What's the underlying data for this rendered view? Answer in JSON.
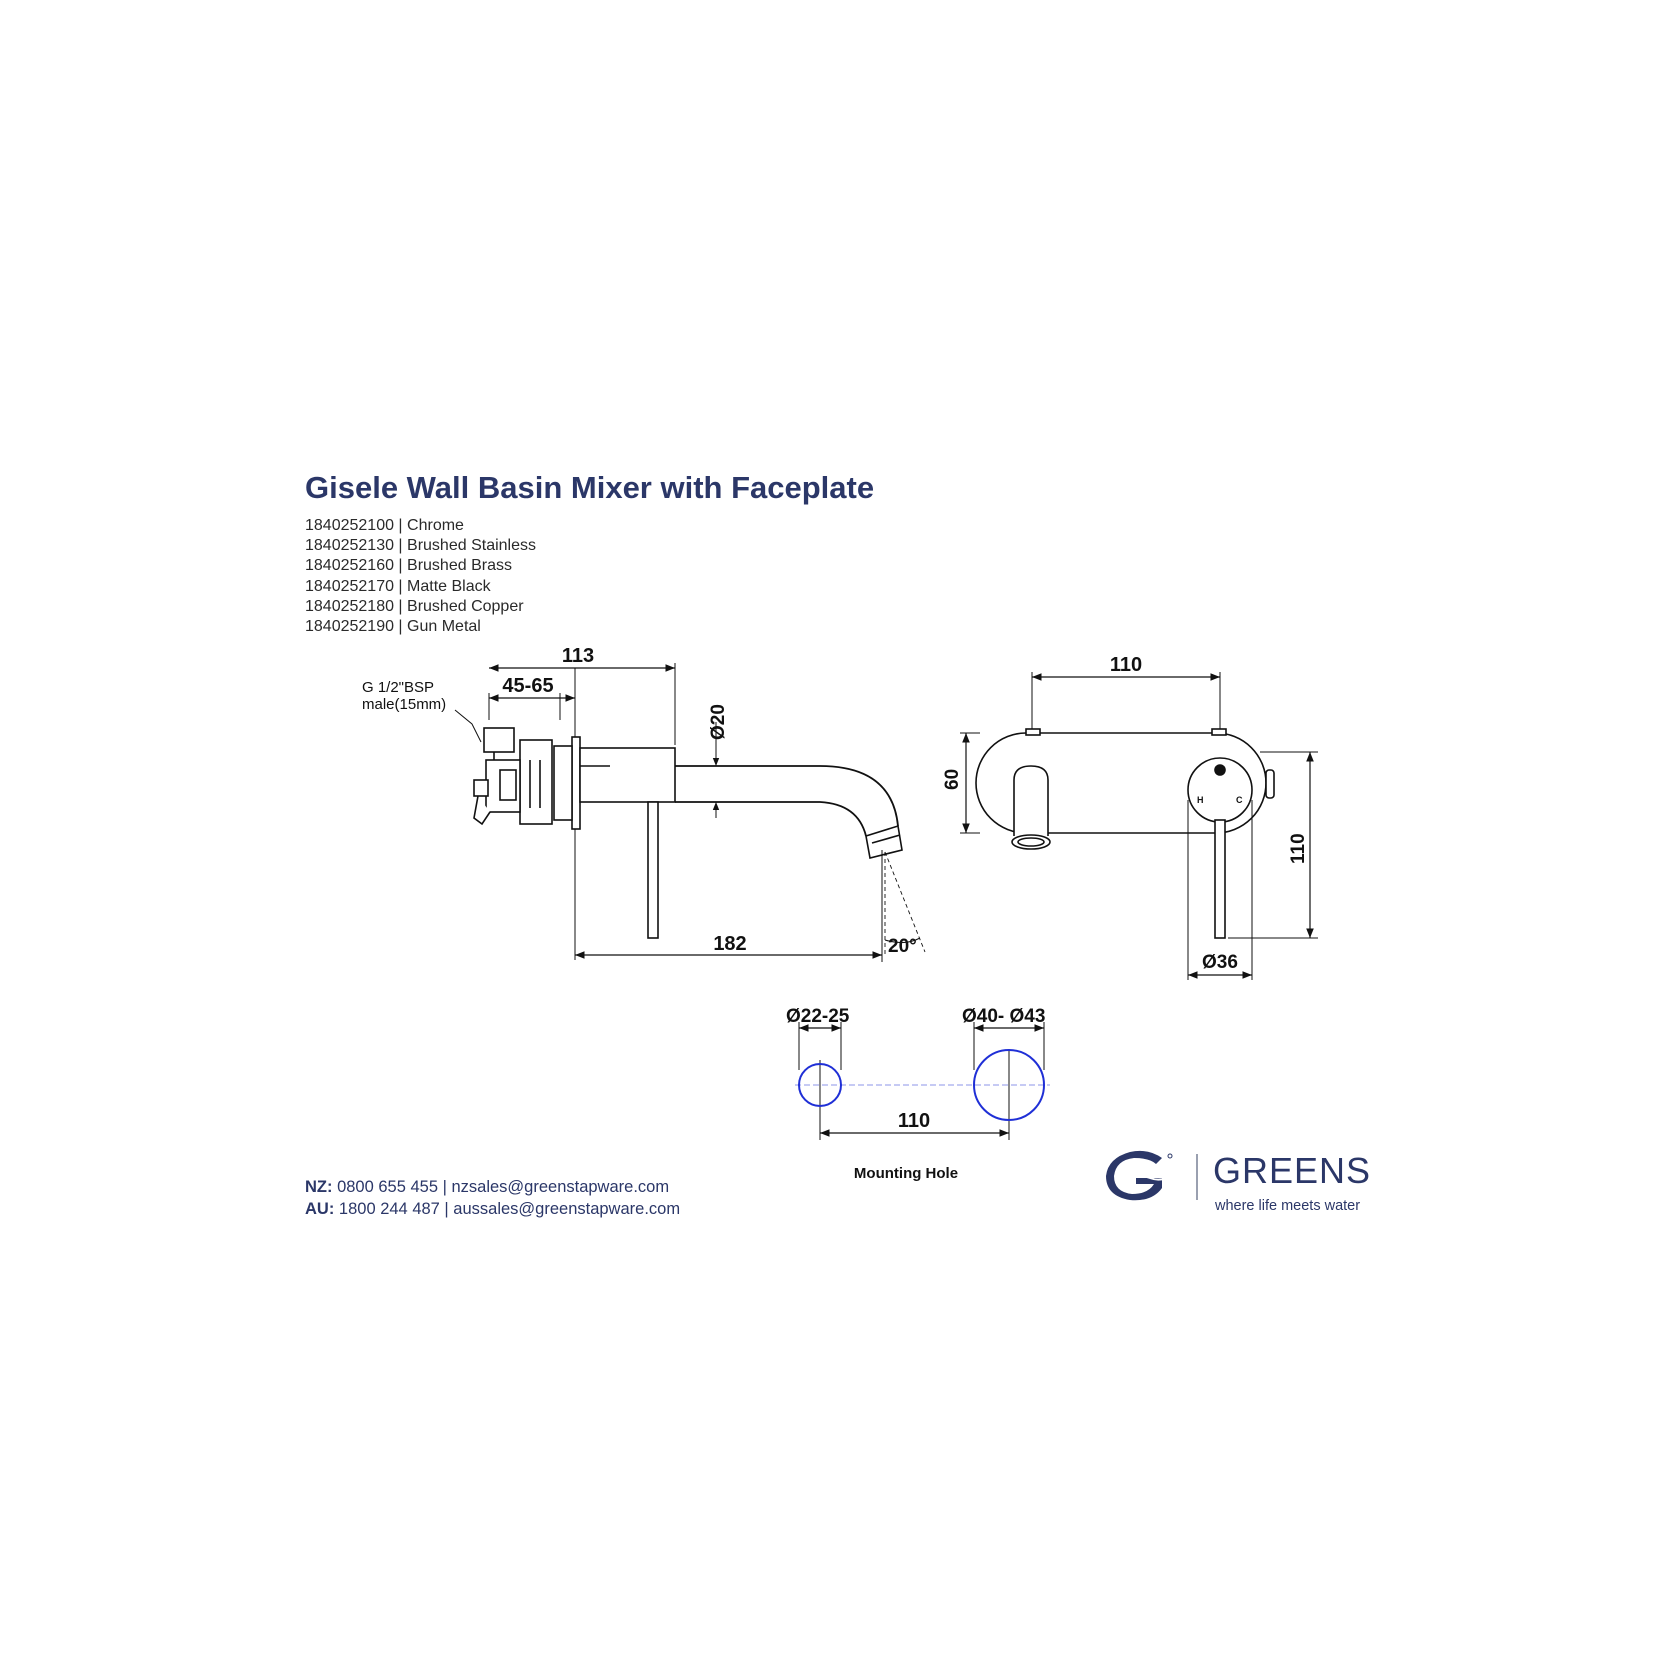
{
  "title": "Gisele Wall Basin Mixer with Faceplate",
  "variants": [
    "1840252100 | Chrome",
    "1840252130 | Brushed Stainless",
    "1840252160 | Brushed Brass",
    "1840252170 | Matte Black",
    "1840252180 | Brushed Copper",
    "1840252190 | Gun Metal"
  ],
  "side_view": {
    "dim_overall_depth": "113",
    "dim_adjust_range": "45-65",
    "dim_spout_dia": "Ø20",
    "dim_spout_reach": "182",
    "dim_angle": "20°",
    "inlet_note_line1": "G 1/2\"BSP",
    "inlet_note_line2": "male(15mm)"
  },
  "front_view": {
    "dim_hole_spacing": "110",
    "dim_plate_height": "60",
    "dim_plate_total_height": "110",
    "dim_handle_dia": "Ø36",
    "handle_hot": "H",
    "handle_cold": "C"
  },
  "mounting": {
    "dim_small_hole": "Ø22-25",
    "dim_large_hole": "Ø40- Ø43",
    "dim_spacing": "110",
    "label": "Mounting Hole"
  },
  "contact": {
    "nz_label": "NZ:",
    "nz_text": " 0800 655 455 | nzsales@greenstapware.com",
    "au_label": "AU:",
    "au_text": " 1800 244 487  | aussales@greenstapware.com"
  },
  "brand": {
    "name": "GREENS",
    "tagline": "where life meets water",
    "colors": {
      "navy": "#2b3768",
      "hole_blue": "#1f2fd6"
    }
  }
}
